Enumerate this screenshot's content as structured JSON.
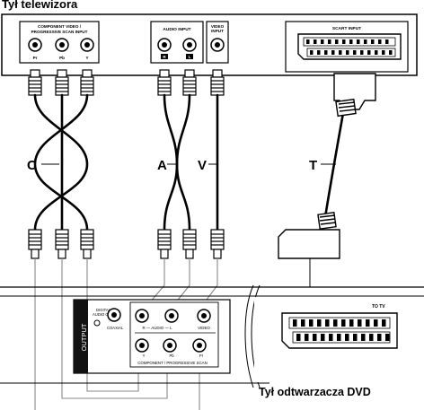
{
  "header": {
    "title": "Tył telewizora"
  },
  "tv_panel": {
    "component_label_line1": "COMPONENT VIDEO /",
    "component_label_line2": "PROGRESSIVE SCAN INPUT",
    "component_jacks": [
      "Pr",
      "Pb",
      "Y"
    ],
    "audio_label": "AUDIO INPUT",
    "audio_jacks": [
      "R",
      "L"
    ],
    "video_label_line1": "VIDEO",
    "video_label_line2": "INPUT",
    "scart_label": "SCART INPUT"
  },
  "cables": {
    "component": "C",
    "audio": "A",
    "video": "V",
    "scart": "T"
  },
  "dvd_panel": {
    "output_label": "OUTPUT",
    "digital_audio_label_line1": "DIGITAL",
    "digital_audio_label_line2": "AUDIO OUT",
    "coaxial_label": "COAXIAL",
    "audio_row_label": "R — AUDIO — L",
    "video_label": "VIDEO",
    "component_row_label": "COMPONENT / PROGRESSIVE SCAN",
    "component_jacks": [
      "Y",
      "Pb",
      "Pr"
    ],
    "to_tv_label": "TO TV"
  },
  "footer": {
    "caption": "Tył odtwarzacza DVD"
  }
}
